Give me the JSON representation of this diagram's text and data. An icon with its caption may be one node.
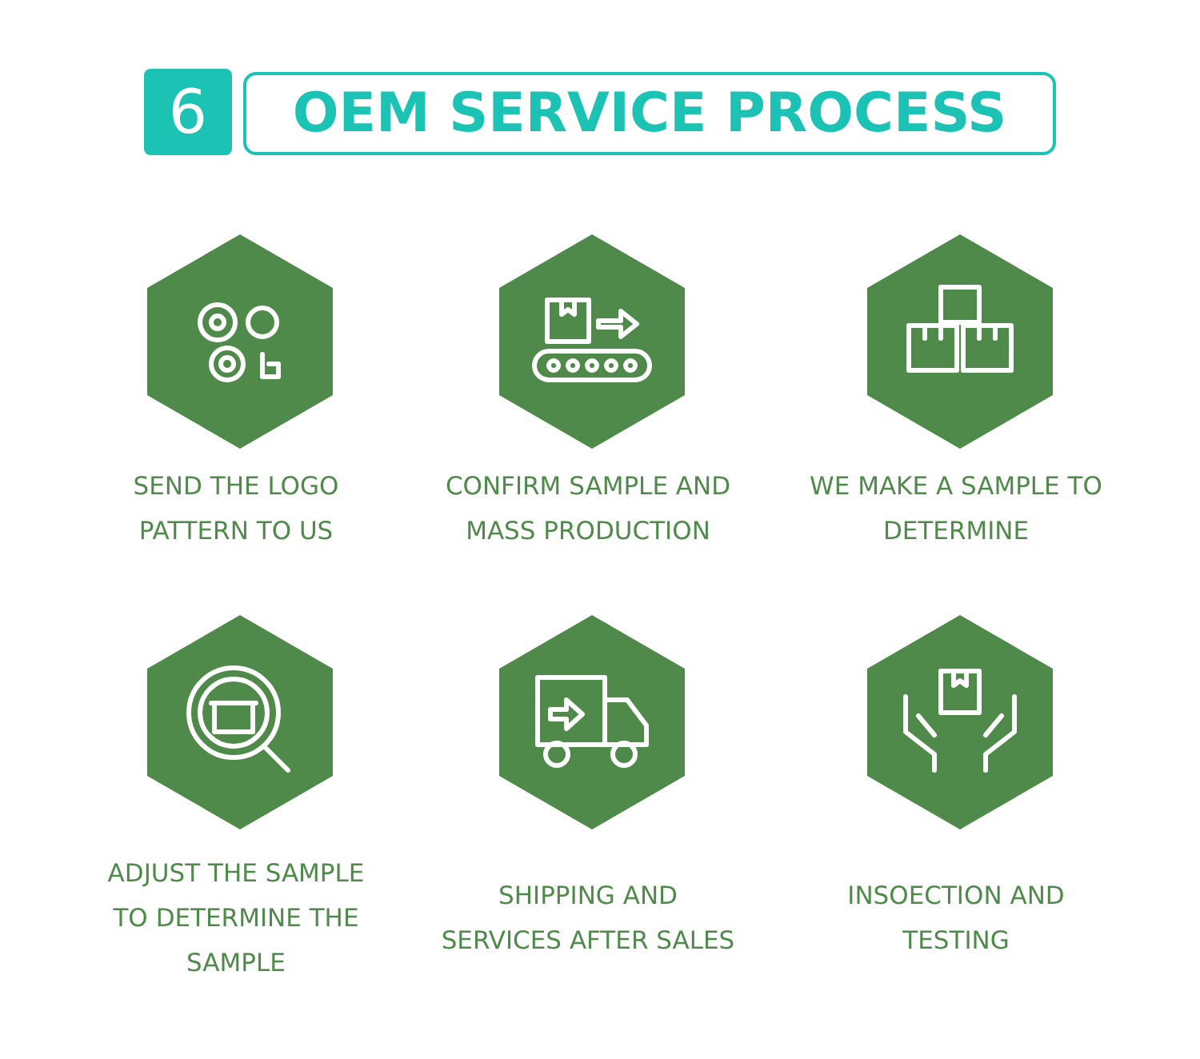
{
  "diagram": {
    "title": "OEM SERVICE PROCESS",
    "nodes": [
      {
        "text": [
          "SEND THE LOGO PATTERN TO US"
        ]
      },
      {
        "text": [
          "CONFIRM SAMPLE AND MASS PRODUCTION"
        ]
      },
      {
        "text": [
          "WE MAKE A SAMPLE TO DETERMINE"
        ]
      },
      {
        "text": [
          "ADJUST THE SAMPLE TO DETERMINE THE SAMPLE"
        ]
      },
      {
        "text": [
          "SHIPPING AND SERVICES AFTER SALES"
        ]
      },
      {
        "text": [
          "INSOECTION AND TESTING"
        ]
      }
    ],
    "labels": [
      "6"
    ]
  }
}
